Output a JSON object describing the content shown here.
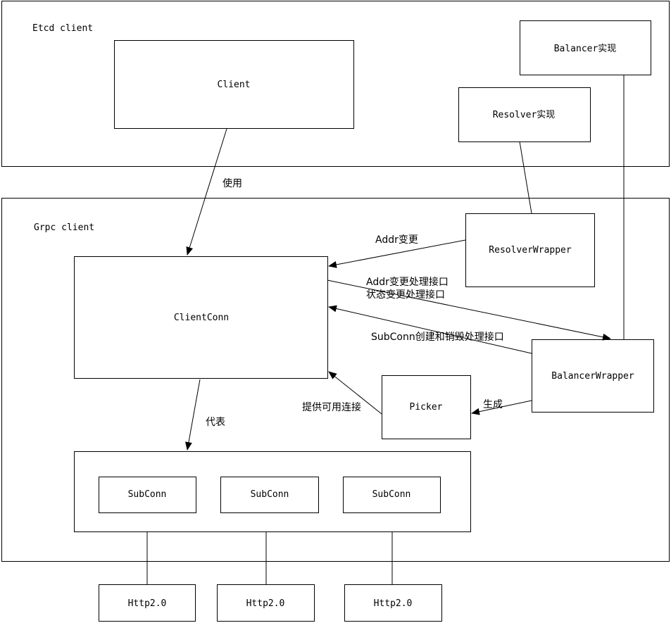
{
  "containers": {
    "etcd_client": "Etcd client",
    "grpc_client": "Grpc client"
  },
  "nodes": {
    "client": "Client",
    "resolver_impl": "Resolver实现",
    "balancer_impl": "Balancer实现",
    "resolver_wrapper": "ResolverWrapper",
    "client_conn": "ClientConn",
    "balancer_wrapper": "BalancerWrapper",
    "picker": "Picker",
    "subconns": [
      "SubConn",
      "SubConn",
      "SubConn"
    ],
    "http2": [
      "Http2.0",
      "Http2.0",
      "Http2.0"
    ]
  },
  "edges": {
    "uses": "使用",
    "addr_change": "Addr变更",
    "addr_change_handler": "Addr变更处理接口",
    "state_change_handler": "状态变更处理接口",
    "subconn_create_destroy": "SubConn创建和销毁处理接口",
    "provide_connection": "提供可用连接",
    "generates": "生成",
    "represents": "代表"
  }
}
